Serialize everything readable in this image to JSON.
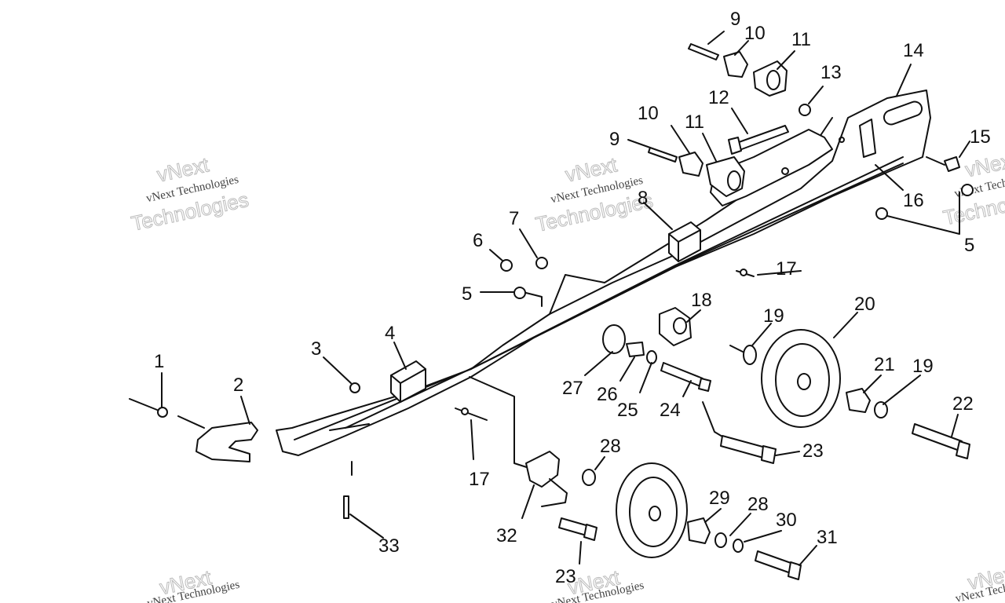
{
  "watermark": {
    "line1": "vNext Technologies",
    "line2": "vNext",
    "line3": "Technologies"
  },
  "callouts": [
    "1",
    "2",
    "3",
    "4",
    "5",
    "5",
    "6",
    "7",
    "8",
    "9",
    "9",
    "10",
    "10",
    "11",
    "11",
    "12",
    "13",
    "14",
    "15",
    "16",
    "17",
    "17",
    "18",
    "19",
    "19",
    "20",
    "21",
    "22",
    "23",
    "23",
    "24",
    "25",
    "26",
    "27",
    "28",
    "28",
    "29",
    "30",
    "31",
    "32",
    "33"
  ]
}
